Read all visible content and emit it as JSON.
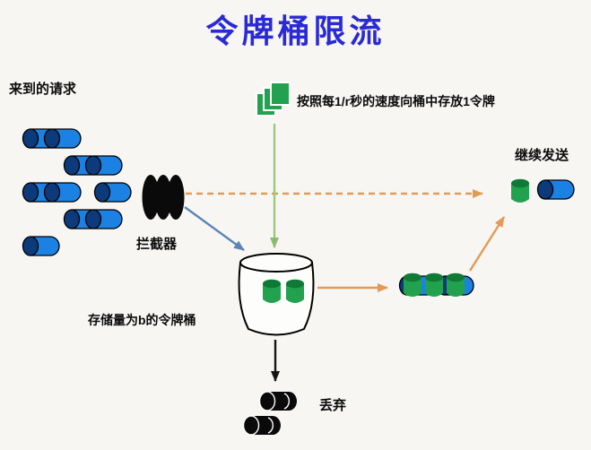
{
  "title": "令牌桶限流",
  "labels": {
    "incoming_requests": "来到的请求",
    "token_rate": "按照每1/r秒的速度向桶中存放1令牌",
    "continue_sending": "继续发送",
    "interceptor": "拦截器",
    "bucket_capacity": "存储量为b的令牌桶",
    "discard": "丢弃"
  },
  "colors": {
    "title": "#2a2ad6",
    "request": "#1b82e3",
    "request_dark": "#0d3a7a",
    "token": "#22a24e",
    "token_dark": "#0e7a36",
    "arrow_orange": "#e29a56",
    "arrow_green": "#9cc87e",
    "arrow_blue": "#5b84b8",
    "background": "#f7f6f3"
  }
}
